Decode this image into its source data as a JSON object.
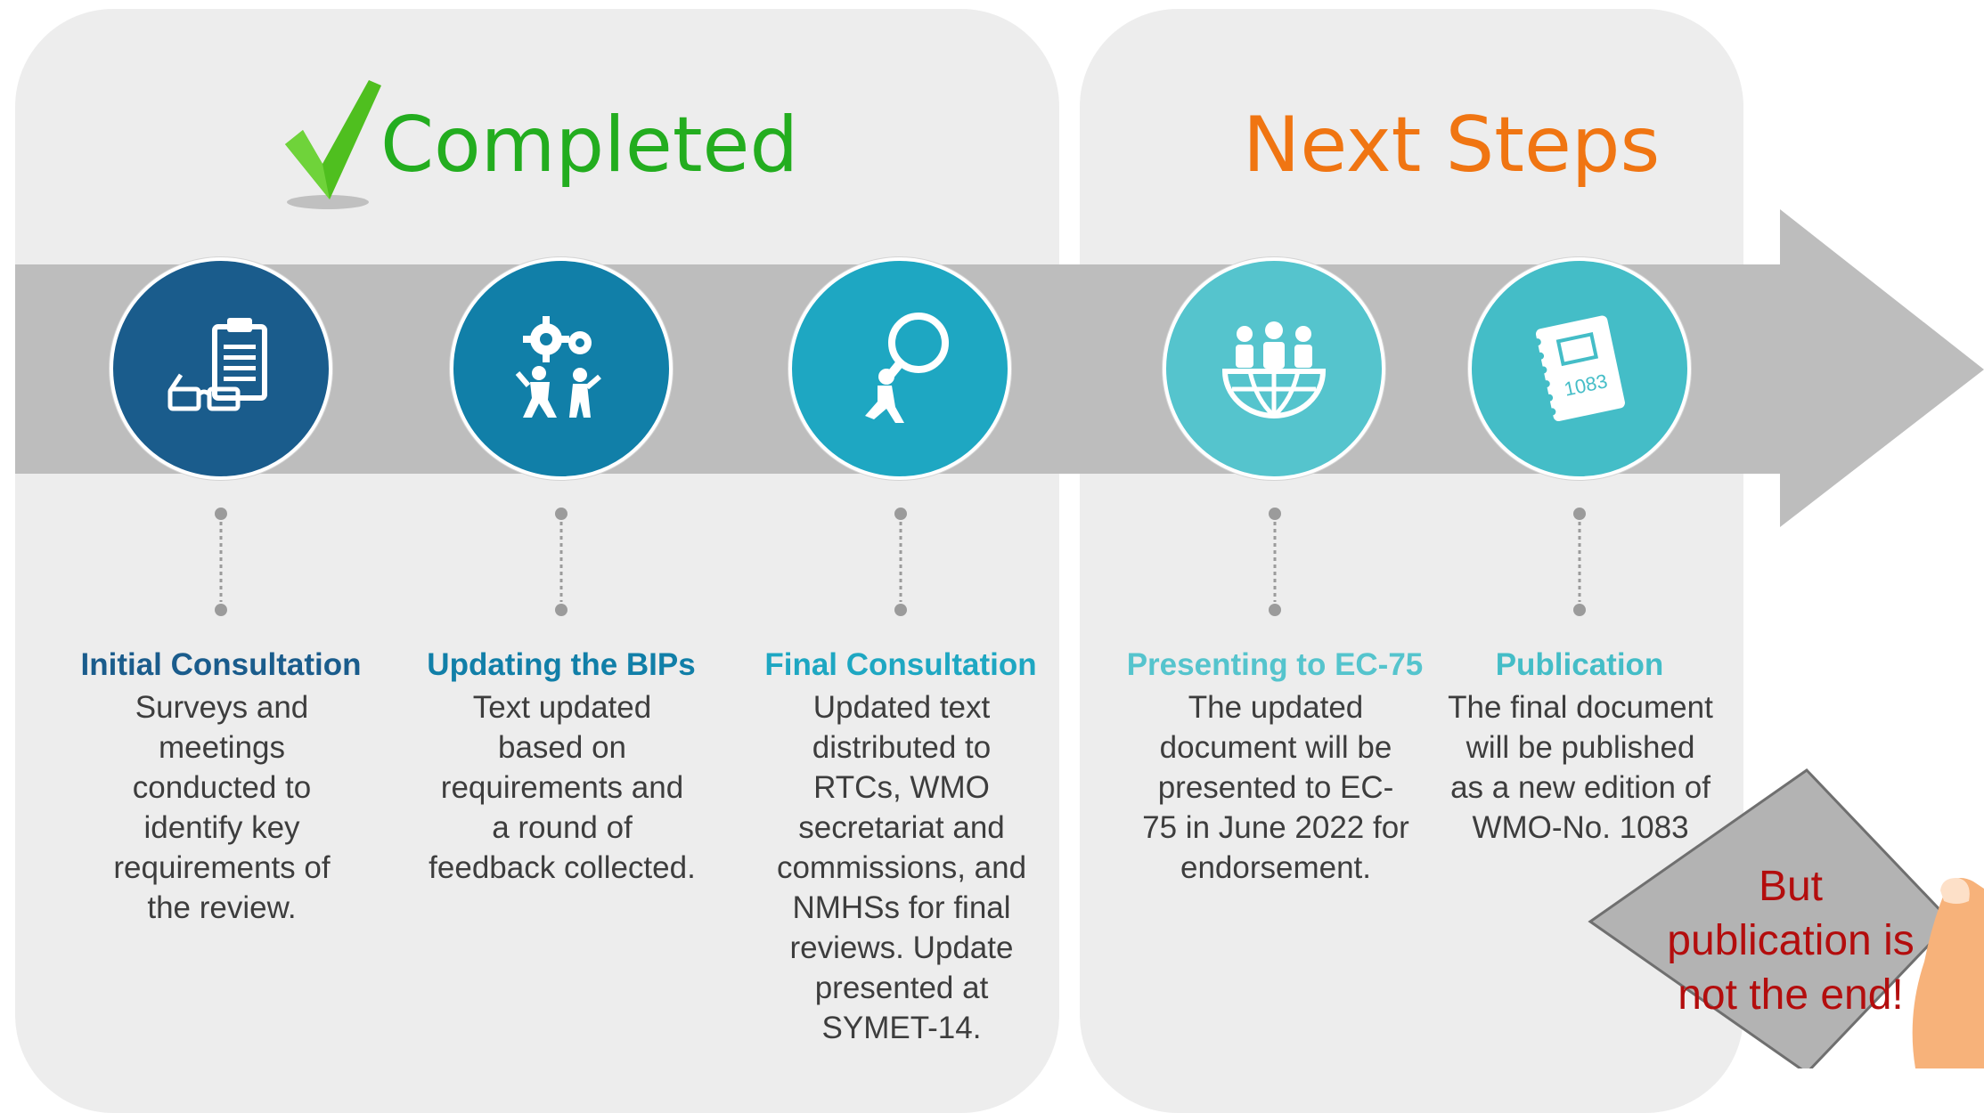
{
  "headings": {
    "completed": "Completed",
    "next_steps": "Next Steps"
  },
  "icons": {
    "checkmark": "checkmark-icon",
    "step1": "clipboard-glasses-icon",
    "step2": "gears-teamwork-icon",
    "step3": "magnifier-search-icon",
    "step4": "people-globe-icon",
    "step5": "notebook-icon"
  },
  "colors": {
    "completed_heading": "#23ad1f",
    "next_heading": "#f07512",
    "step1": "#1a5c8c",
    "step2": "#117fa8",
    "step3": "#1ea7c2",
    "step4": "#55c4cd",
    "step5": "#44bdc7",
    "callout_text": "#b30d0d"
  },
  "steps": [
    {
      "title": "Initial Consultation",
      "description": "Surveys and meetings conducted to identify key requirements of the review."
    },
    {
      "title": "Updating the BIPs",
      "description": "Text updated based on requirements and a round of feedback collected."
    },
    {
      "title": "Final Consultation",
      "description": "Updated text distributed to RTCs, WMO secretariat and commissions, and NMHSs for final reviews. Update presented at SYMET-14."
    },
    {
      "title": "Presenting to EC-75",
      "description": "The updated document will be presented to EC-75 in June 2022 for endorsement."
    },
    {
      "title": "Publication",
      "description": "The final document will be published as a new edition of WMO-No. 1083"
    }
  ],
  "notebook_number": "1083",
  "callout": "But publication is not the end!"
}
